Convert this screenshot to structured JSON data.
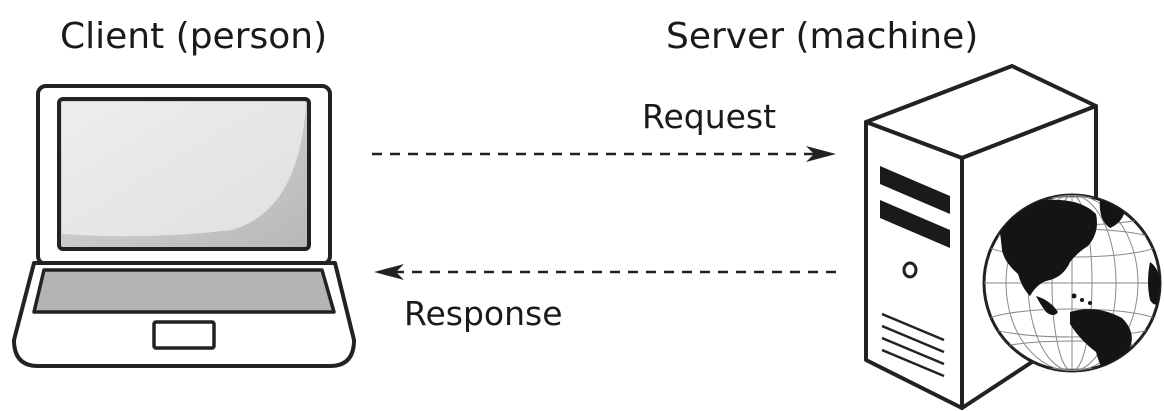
{
  "diagram": {
    "client_label": "Client (person)",
    "server_label": "Server (machine)",
    "request_label": "Request",
    "response_label": "Response"
  },
  "colors": {
    "ink": "#1a1a1a",
    "outline": "#222222",
    "screen_fill": "#c9c9c9",
    "keyboard_fill": "#b4b4b4",
    "server_body": "#ffffff",
    "globe_land": "#141414",
    "globe_ocean": "#ffffff"
  },
  "icons": {
    "client": "laptop-icon",
    "server": "server-tower-icon",
    "globe": "globe-icon"
  }
}
